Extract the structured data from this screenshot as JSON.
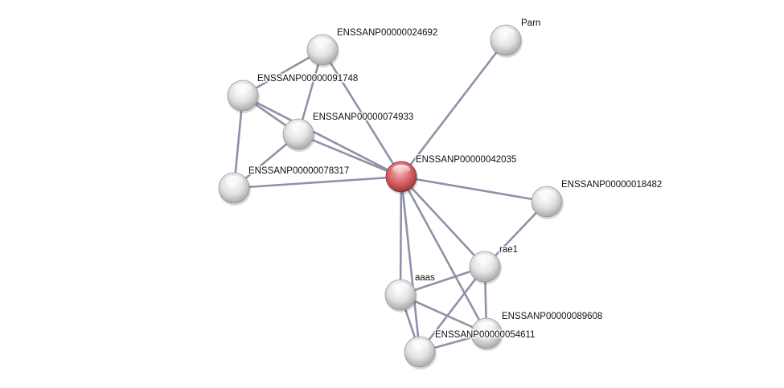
{
  "nodes": [
    {
      "id": "n24692",
      "label": "ENSSANP00000024692",
      "query": false
    },
    {
      "id": "n91748",
      "label": "ENSSANP00000091748",
      "query": false
    },
    {
      "id": "n74933",
      "label": "ENSSANP00000074933",
      "query": false
    },
    {
      "id": "n78317",
      "label": "ENSSANP00000078317",
      "query": false
    },
    {
      "id": "n42035",
      "label": "ENSSANP00000042035",
      "query": true
    },
    {
      "id": "parn",
      "label": "Parn",
      "query": false
    },
    {
      "id": "n18482",
      "label": "ENSSANP00000018482",
      "query": false
    },
    {
      "id": "rae1",
      "label": "rae1",
      "query": false
    },
    {
      "id": "aaas",
      "label": "aaas",
      "query": false
    },
    {
      "id": "n54611",
      "label": "ENSSANP00000054611",
      "query": false
    },
    {
      "id": "n89608",
      "label": "ENSSANP00000089608",
      "query": false
    }
  ],
  "edges": [
    [
      "n24692",
      "n91748"
    ],
    [
      "n24692",
      "n74933"
    ],
    [
      "n24692",
      "n42035"
    ],
    [
      "n91748",
      "n74933"
    ],
    [
      "n91748",
      "n78317"
    ],
    [
      "n91748",
      "n42035"
    ],
    [
      "n74933",
      "n42035"
    ],
    [
      "n74933",
      "n78317"
    ],
    [
      "n78317",
      "n42035"
    ],
    [
      "n42035",
      "parn"
    ],
    [
      "n42035",
      "n18482"
    ],
    [
      "n18482",
      "rae1"
    ],
    [
      "n42035",
      "aaas"
    ],
    [
      "n42035",
      "n54611"
    ],
    [
      "n42035",
      "rae1"
    ],
    [
      "n42035",
      "n89608"
    ],
    [
      "aaas",
      "rae1"
    ],
    [
      "aaas",
      "n54611"
    ],
    [
      "aaas",
      "n89608"
    ],
    [
      "rae1",
      "n54611"
    ],
    [
      "rae1",
      "n89608"
    ],
    [
      "n54611",
      "n89608"
    ]
  ],
  "colors": {
    "edge": "#8e92a8",
    "node": "#e6e6e6",
    "query_node": "#d9686c"
  }
}
